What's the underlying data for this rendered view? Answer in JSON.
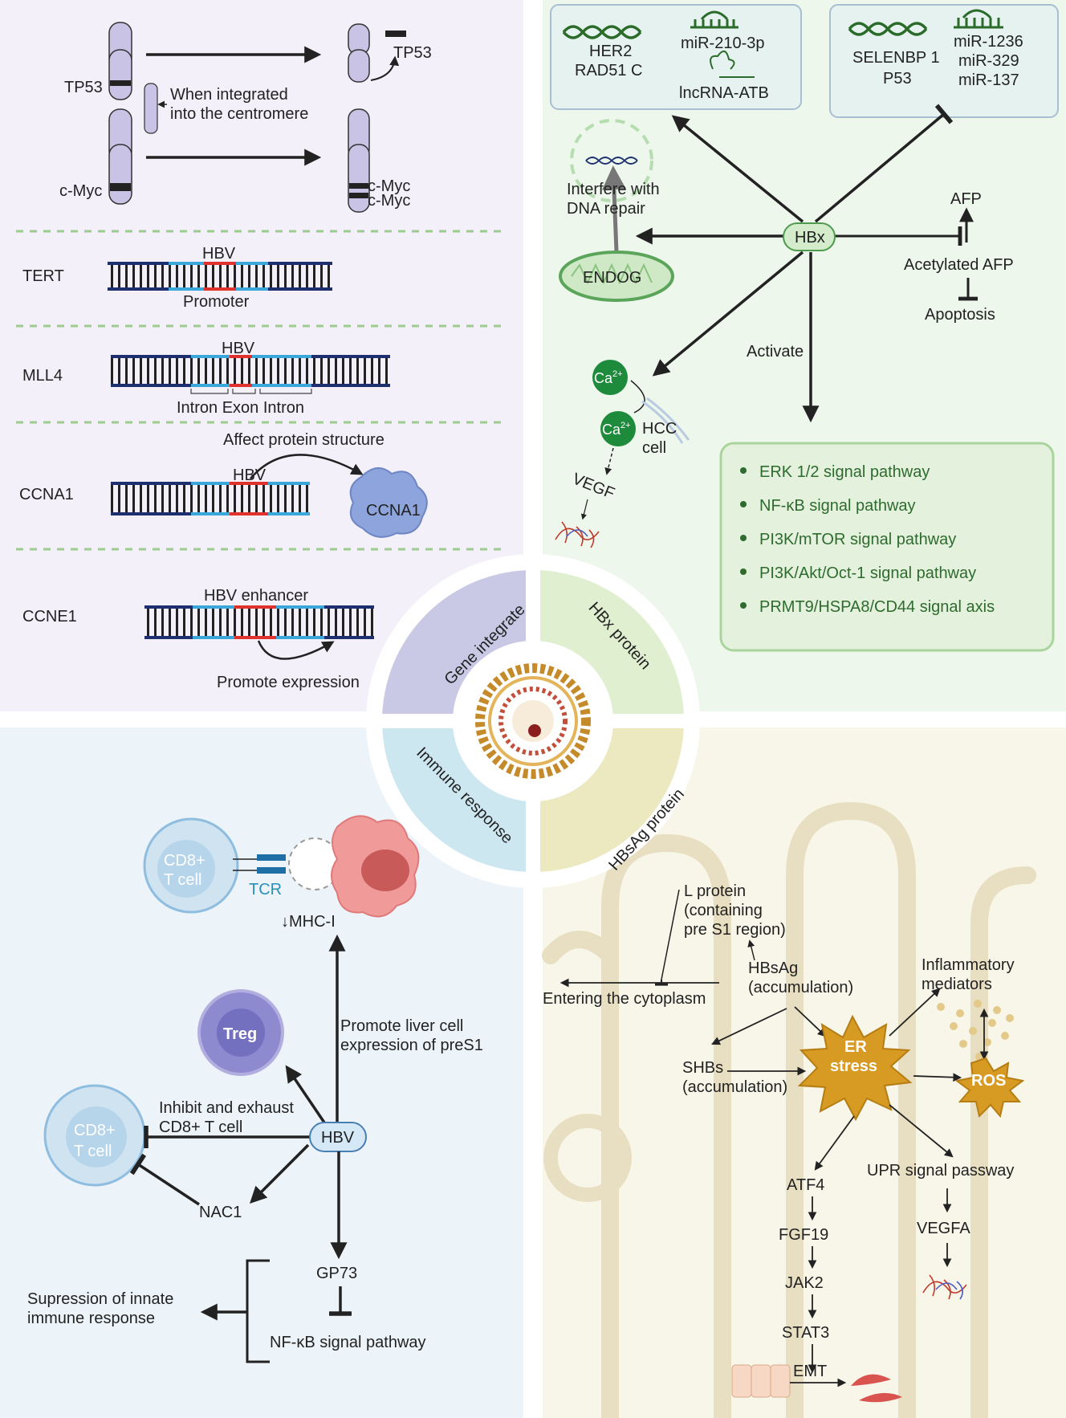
{
  "center": {
    "gene_integrate": "Gene integrate",
    "hbx_protein": "HBx protein",
    "immune_response": "Immune response",
    "hbsag_protein": "HBsAg protein"
  },
  "gene": {
    "tp53_left": "TP53",
    "tp53_right": "TP53",
    "centromere": [
      "When integrated",
      "into the centromere"
    ],
    "cmyc_left": "c-Myc",
    "cmyc_right1": "c-Myc",
    "cmyc_right2": "c-Myc",
    "tert": "TERT",
    "tert_hbv": "HBV",
    "tert_promoter": "Promoter",
    "mll4": "MLL4",
    "mll4_hbv": "HBV",
    "mll4_regions": "Intron Exon Intron",
    "ccna1": "CCNA1",
    "ccna1_hbv": "HBV",
    "ccna1_affect": "Affect protein structure",
    "ccna1_protein": "CCNA1",
    "ccne1": "CCNE1",
    "ccne1_enh": "HBV enhancer",
    "ccne1_promote": "Promote expression"
  },
  "hbx": {
    "box1_genes": [
      "HER2",
      "RAD51 C"
    ],
    "box1_rna": [
      "miR-210-3p",
      "lncRNA-ATB"
    ],
    "box2_genes": [
      "SELENBP 1",
      "P53"
    ],
    "box2_rna": [
      "miR-1236",
      "miR-329",
      "miR-137"
    ],
    "hbx": "HBx",
    "interfere": [
      "Interfere with",
      "DNA repair"
    ],
    "endog": "ENDOG",
    "afp": "AFP",
    "acetyl_afp": "Acetylated AFP",
    "apoptosis": "Apoptosis",
    "activate": "Activate",
    "ca1": "Ca",
    "ca2": "Ca",
    "ca_sup": "2+",
    "hcc": [
      "HCC",
      "cell"
    ],
    "vegf": "VEGF",
    "pathways": [
      "ERK 1/2 signal pathway",
      "NF-κB signal pathway",
      "PI3K/mTOR signal pathway",
      "PI3K/Akt/Oct-1 signal pathway",
      "PRMT9/HSPA8/CD44 signal axis"
    ]
  },
  "immune": {
    "cd8_top": [
      "CD8+",
      "T cell"
    ],
    "tcr": "TCR",
    "mhc": "↓MHC-I",
    "treg": "Treg",
    "promote": [
      "Promote liver cell",
      "expression of preS1"
    ],
    "inhibit": [
      "Inhibit and exhaust",
      "CD8+ T cell"
    ],
    "cd8_bottom": [
      "CD8+",
      "T cell"
    ],
    "hbv": "HBV",
    "nac1": "NAC1",
    "gp73": "GP73",
    "suppress": [
      "Supression of innate",
      "immune response"
    ],
    "nfkb": "NF-κB signal pathway"
  },
  "hbsag": {
    "lprot": [
      "L protein",
      "(containing",
      "pre S1 region)"
    ],
    "hbsag_acc": [
      "HBsAg",
      "(accumulation)"
    ],
    "entering": "Entering the cytoplasm",
    "inflam": [
      "Inflammatory",
      "mediators"
    ],
    "shbs": [
      "SHBs",
      "(accumulation)"
    ],
    "er": [
      "ER",
      "stress"
    ],
    "ros": "ROS",
    "upr": "UPR signal passway",
    "chain": [
      "ATF4",
      "FGF19",
      "JAK2",
      "STAT3"
    ],
    "vegfa": "VEGFA",
    "emt": "EMT"
  },
  "colors": {
    "q1_bg": "#f3f0fa",
    "q2_bg": "#eef7ec",
    "q3_bg": "#edf4f9",
    "q4_bg": "#f8f6e9",
    "dna_dark": "#1d2f6e",
    "dna_light": "#3aa7db",
    "dna_red": "#e0322d",
    "green_box": "#a9d59c",
    "er_star": "#d79a22"
  }
}
